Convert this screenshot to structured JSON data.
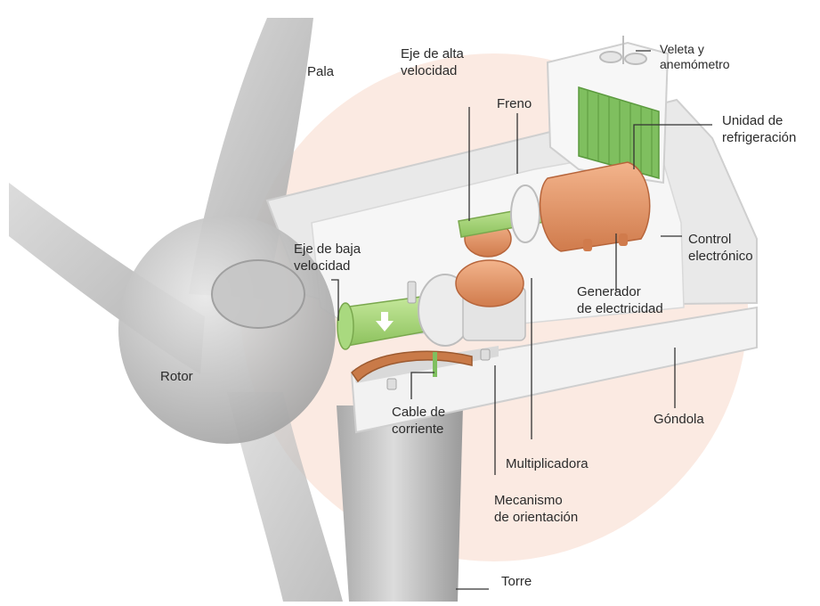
{
  "colors": {
    "background": "#ffffff",
    "halo": "#fbeae2",
    "tower_body": "#c9c9c9",
    "nacelle_shell": "#f2f2f2",
    "shaft_green": "#a9d97f",
    "copper_component": "#e59a6e",
    "cooling_grille": "#7fbf5f",
    "leader_line": "#333333",
    "label_text": "#2b2b2b"
  },
  "icons": {
    "airflow_arrow": "arrow-down-icon"
  },
  "labels": {
    "pala": "Pala",
    "eje_alta": "Eje de alta\nvelocidad",
    "freno": "Freno",
    "veleta": "Veleta y\nanemómetro",
    "refrigeracion": "Unidad de\nrefrigeración",
    "eje_baja": "Eje de baja\nvelocidad",
    "control": "Control\nelectrónico",
    "generador": "Generador\nde electricidad",
    "rotor": "Rotor",
    "gondola": "Góndola",
    "cable": "Cable de\ncorriente",
    "multiplicadora": "Multiplicadora",
    "mecanismo": "Mecanismo\nde orientación",
    "torre": "Torre"
  }
}
